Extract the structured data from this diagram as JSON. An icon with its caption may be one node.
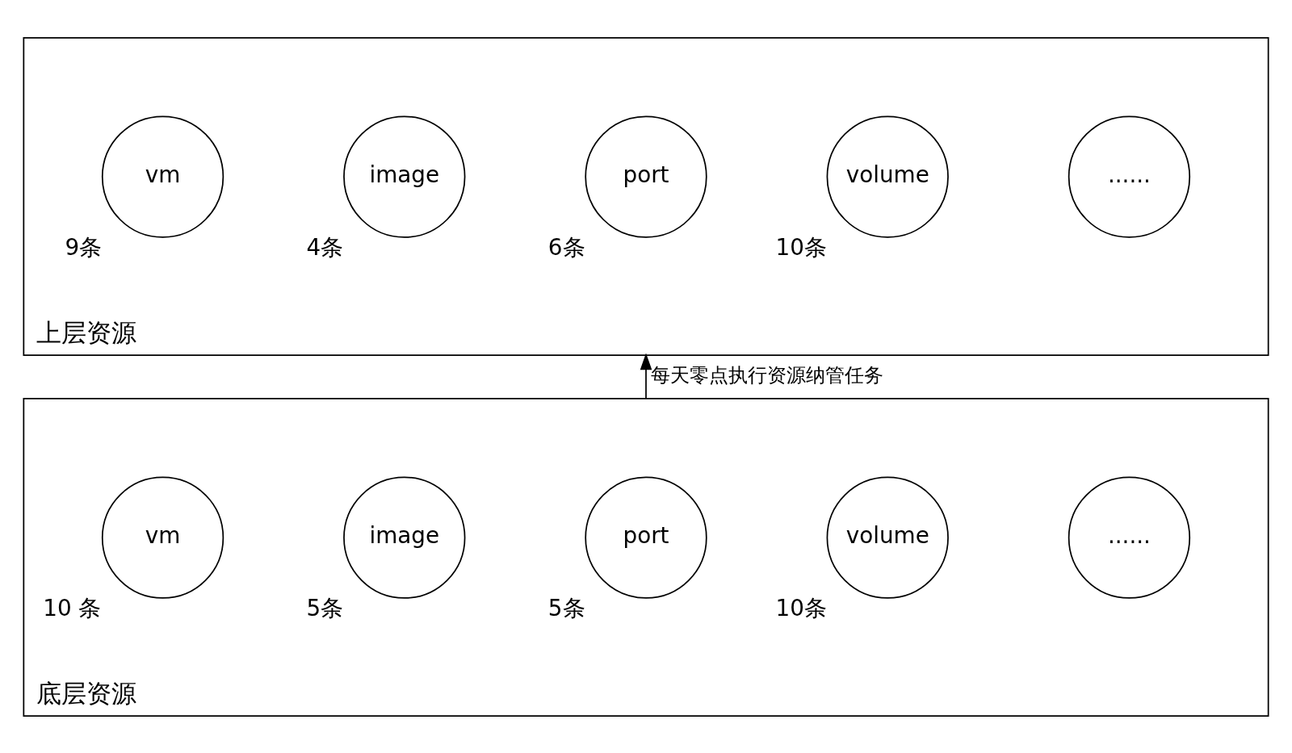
{
  "diagram": {
    "nodes": [
      {
        "text": [
          "上层资源"
        ]
      },
      {
        "text": [
          "vm"
        ],
        "in": 0,
        "beside": [
          "9条"
        ]
      },
      {
        "text": [
          "image"
        ],
        "in": 0,
        "beside": [
          "4条"
        ]
      },
      {
        "text": [
          "port"
        ],
        "in": 0,
        "beside": [
          "6条"
        ]
      },
      {
        "text": [
          "volume"
        ],
        "in": 0,
        "beside": [
          "10条"
        ]
      },
      {
        "text": [
          "......"
        ],
        "in": 0
      },
      {
        "text": [
          "底层资源"
        ]
      },
      {
        "text": [
          "vm"
        ],
        "in": 6,
        "beside": [
          "10 条"
        ]
      },
      {
        "text": [
          "image"
        ],
        "in": 6,
        "beside": [
          "5条"
        ]
      },
      {
        "text": [
          "port"
        ],
        "in": 6,
        "beside": [
          "5条"
        ]
      },
      {
        "text": [
          "volume"
        ],
        "in": 6,
        "beside": [
          "10条"
        ]
      },
      {
        "text": [
          "......"
        ],
        "in": 6
      }
    ],
    "edges": [
      {
        "from": 6,
        "to": 0,
        "arrow": "to",
        "label": "每天零点执行资源纳管任务"
      }
    ]
  }
}
